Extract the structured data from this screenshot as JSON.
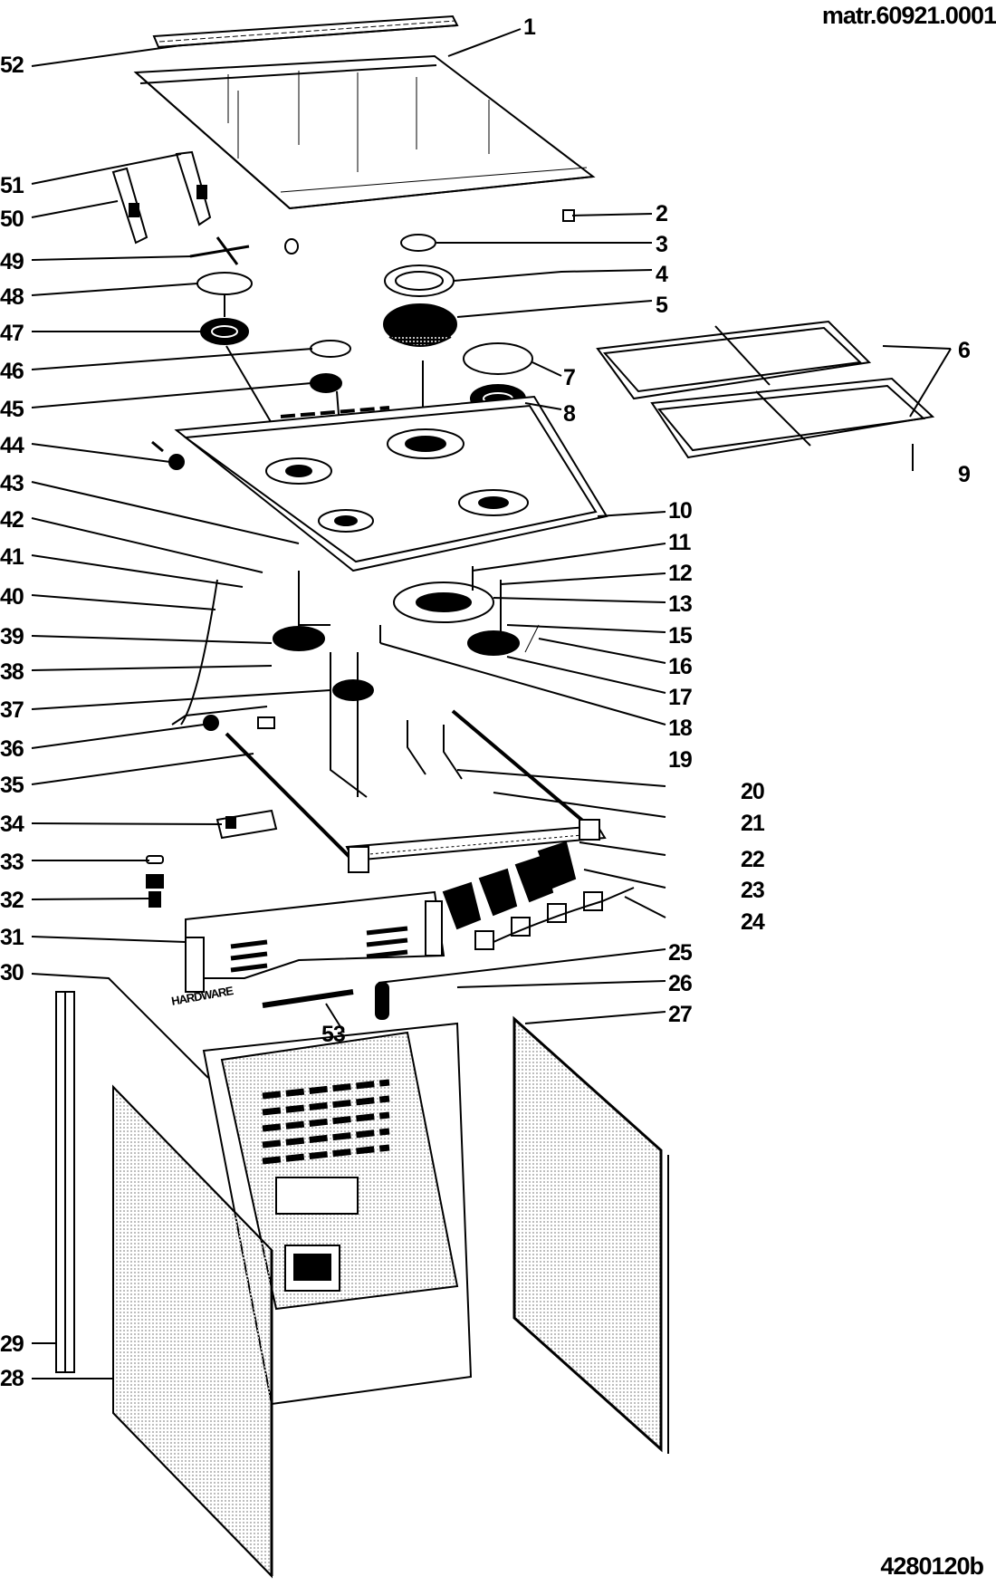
{
  "header": {
    "model_code": "matr.60921.0001",
    "drawing_number": "4280120b"
  },
  "diagram": {
    "title": "Gas cooker exploded parts view",
    "hardware_label": "HARDWARE",
    "hardware_kit_code": "53",
    "callouts": [
      {
        "id": "1",
        "side": "right"
      },
      {
        "id": "2",
        "side": "right"
      },
      {
        "id": "3",
        "side": "right"
      },
      {
        "id": "4",
        "side": "right"
      },
      {
        "id": "5",
        "side": "right"
      },
      {
        "id": "6",
        "side": "right"
      },
      {
        "id": "7",
        "side": "right"
      },
      {
        "id": "8",
        "side": "right"
      },
      {
        "id": "9",
        "side": "right"
      },
      {
        "id": "10",
        "side": "right"
      },
      {
        "id": "11",
        "side": "right"
      },
      {
        "id": "12",
        "side": "right"
      },
      {
        "id": "13",
        "side": "right"
      },
      {
        "id": "15",
        "side": "right"
      },
      {
        "id": "16",
        "side": "right"
      },
      {
        "id": "17",
        "side": "right"
      },
      {
        "id": "18",
        "side": "right"
      },
      {
        "id": "19",
        "side": "right"
      },
      {
        "id": "20",
        "side": "right"
      },
      {
        "id": "21",
        "side": "right"
      },
      {
        "id": "22",
        "side": "right"
      },
      {
        "id": "23",
        "side": "right"
      },
      {
        "id": "24",
        "side": "right"
      },
      {
        "id": "25",
        "side": "right"
      },
      {
        "id": "26",
        "side": "right"
      },
      {
        "id": "27",
        "side": "right"
      },
      {
        "id": "28",
        "side": "left"
      },
      {
        "id": "29",
        "side": "left"
      },
      {
        "id": "30",
        "side": "left"
      },
      {
        "id": "31",
        "side": "left"
      },
      {
        "id": "32",
        "side": "left"
      },
      {
        "id": "33",
        "side": "left"
      },
      {
        "id": "34",
        "side": "left"
      },
      {
        "id": "35",
        "side": "left"
      },
      {
        "id": "36",
        "side": "left"
      },
      {
        "id": "37",
        "side": "left"
      },
      {
        "id": "38",
        "side": "left"
      },
      {
        "id": "39",
        "side": "left"
      },
      {
        "id": "40",
        "side": "left"
      },
      {
        "id": "41",
        "side": "left"
      },
      {
        "id": "42",
        "side": "left"
      },
      {
        "id": "43",
        "side": "left"
      },
      {
        "id": "44",
        "side": "left"
      },
      {
        "id": "45",
        "side": "left"
      },
      {
        "id": "46",
        "side": "left"
      },
      {
        "id": "47",
        "side": "left"
      },
      {
        "id": "48",
        "side": "left"
      },
      {
        "id": "49",
        "side": "left"
      },
      {
        "id": "50",
        "side": "left"
      },
      {
        "id": "51",
        "side": "left"
      },
      {
        "id": "52",
        "side": "left"
      }
    ]
  },
  "colors": {
    "ink": "#000000",
    "background": "#ffffff",
    "stipple": "#b8b8b8"
  }
}
